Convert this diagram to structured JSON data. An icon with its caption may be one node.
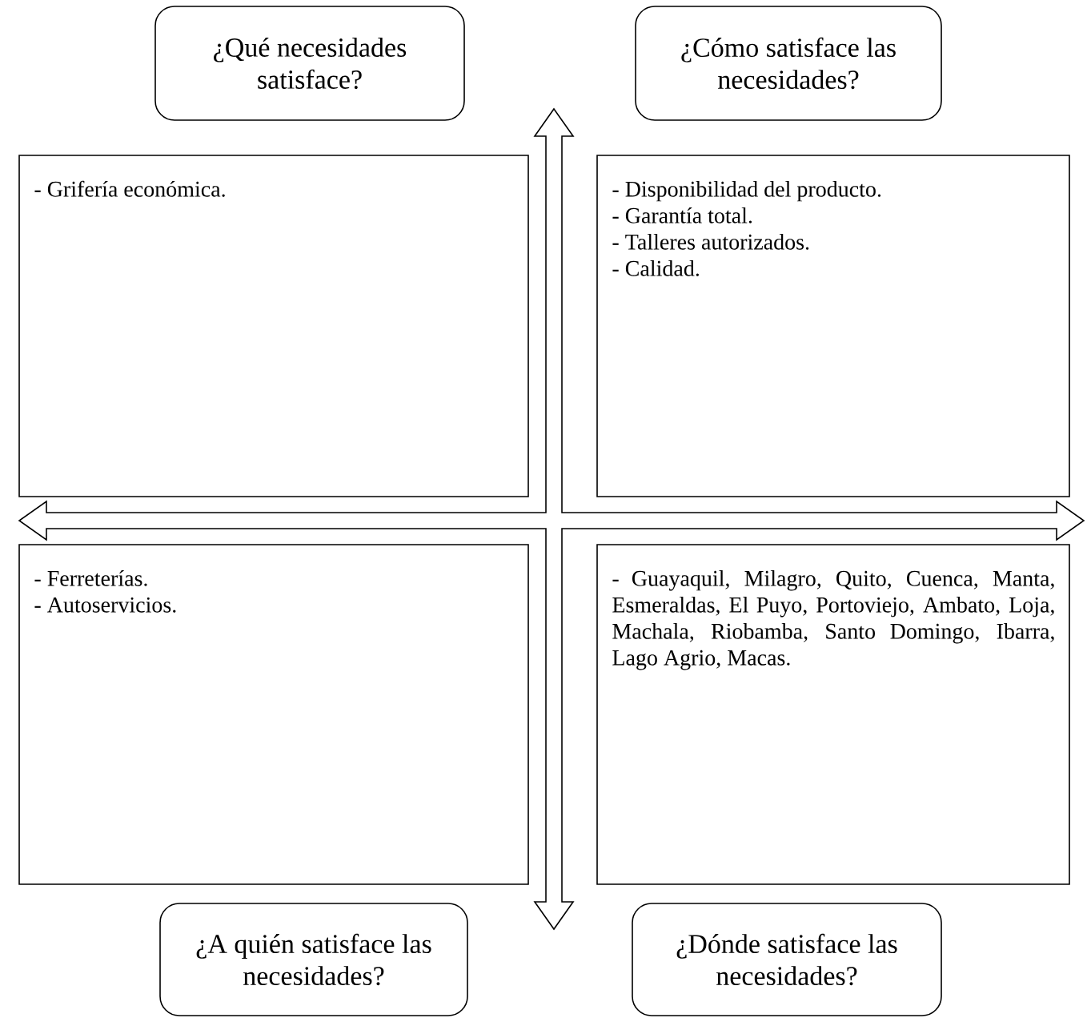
{
  "diagram": {
    "nodes": [
      {
        "text": [
          "¿Qué necesidades satisface?"
        ]
      },
      {
        "text": [
          "¿Cómo satisface las necesidades?"
        ]
      },
      {
        "text": [
          "- Grifería económica."
        ]
      },
      {
        "text": [
          "- Disponibilidad del producto.",
          "- Garantía total.",
          "- Talleres autorizados.",
          "- Calidad."
        ]
      },
      {
        "text": [
          "- Ferreterías.",
          "- Autoservicios."
        ]
      },
      {
        "text": [
          "- Guayaquil, Milagro, Quito, Cuenca, Manta, Esmeraldas, El Puyo, Portoviejo, Ambato, Loja, Machala, Riobamba, Santo Domingo, Ibarra, Lago Agrio, Macas."
        ]
      },
      {
        "text": [
          "¿A quién satisface las necesidades?"
        ]
      },
      {
        "text": [
          "¿Dónde satisface las necesidades?"
        ]
      }
    ]
  }
}
